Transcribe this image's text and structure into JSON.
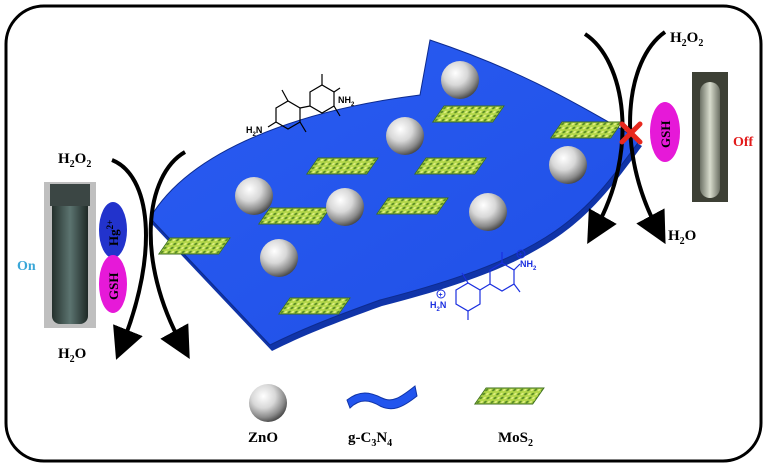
{
  "catalyst": {
    "left_reactant": "H",
    "left_reactant_sub": "2",
    "left_reactant_end": "O",
    "left_reactant_sub2": "2",
    "left_product": "H",
    "left_product_sub": "2",
    "left_product_end": "O",
    "right_reactant": "H",
    "right_reactant_sub": "2",
    "right_reactant_end": "O",
    "right_reactant_sub2": "2",
    "right_product": "H",
    "right_product_sub": "2",
    "right_product_end": "O"
  },
  "left_state": {
    "status": "On",
    "status_color": "#3aa7d8",
    "ion": "Hg",
    "ion_charge": "2+",
    "ion_color": "#2233cc",
    "probe": "GSH",
    "probe_color": "#e619d8"
  },
  "right_state": {
    "status": "Off",
    "status_color": "#e21b1b",
    "probe": "GSH",
    "probe_color": "#e619d8",
    "block_color": "#e8281e"
  },
  "molecules": {
    "tmb_amine": "NH",
    "tmb_amine_sub": "2",
    "tmb_amine_left": "H",
    "tmb_amine_left_sub": "2",
    "tmb_amine_left_end": "N",
    "oxtmb_amine": "NH",
    "oxtmb_amine_sub": "2",
    "oxtmb_amine_left": "H",
    "oxtmb_amine_left_sub": "2",
    "oxtmb_amine_left_end": "N",
    "charge": "+",
    "oxtmb_color": "#1a2fe0"
  },
  "legend": {
    "zno": "ZnO",
    "gcn_prefix": "g-C",
    "gcn_sub1": "3",
    "gcn_mid": "N",
    "gcn_sub2": "4",
    "mos2": "MoS",
    "mos2_sub": "2"
  },
  "colors": {
    "sheet": "#2255ee",
    "sheet_dark": "#1034a8",
    "mos2_green": "#b4d84a",
    "mos2_dark": "#3c6e1e"
  }
}
